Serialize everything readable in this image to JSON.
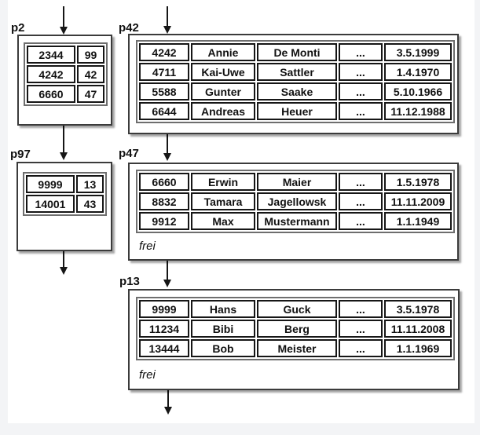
{
  "pages": {
    "p2": {
      "label": "p2",
      "rows": [
        [
          "2344",
          "99"
        ],
        [
          "4242",
          "42"
        ],
        [
          "6660",
          "47"
        ]
      ]
    },
    "p42": {
      "label": "p42",
      "rows": [
        [
          "4242",
          "Annie",
          "De Monti",
          "...",
          "3.5.1999"
        ],
        [
          "4711",
          "Kai-Uwe",
          "Sattler",
          "...",
          "1.4.1970"
        ],
        [
          "5588",
          "Gunter",
          "Saake",
          "...",
          "5.10.1966"
        ],
        [
          "6644",
          "Andreas",
          "Heuer",
          "...",
          "11.12.1988"
        ]
      ]
    },
    "p97": {
      "label": "p97",
      "rows": [
        [
          "9999",
          "13"
        ],
        [
          "14001",
          "43"
        ]
      ]
    },
    "p47": {
      "label": "p47",
      "free_label": "frei",
      "rows": [
        [
          "6660",
          "Erwin",
          "Maier",
          "...",
          "1.5.1978"
        ],
        [
          "8832",
          "Tamara",
          "Jagellowsk",
          "...",
          "11.11.2009"
        ],
        [
          "9912",
          "Max",
          "Mustermann",
          "...",
          "1.1.1949"
        ]
      ]
    },
    "p13": {
      "label": "p13",
      "free_label": "frei",
      "rows": [
        [
          "9999",
          "Hans",
          "Guck",
          "...",
          "3.5.1978"
        ],
        [
          "11234",
          "Bibi",
          "Berg",
          "...",
          "11.11.2008"
        ],
        [
          "13444",
          "Bob",
          "Meister",
          "...",
          "1.1.1969"
        ]
      ]
    }
  },
  "links": [
    {
      "from": "external-top-left",
      "to": "p2"
    },
    {
      "from": "external-top-right",
      "to": "p42"
    },
    {
      "from": "p2",
      "to": "p97"
    },
    {
      "from": "p42",
      "to": "p47"
    },
    {
      "from": "p97",
      "to": "external-bottom"
    },
    {
      "from": "p47",
      "to": "p13"
    },
    {
      "from": "p13",
      "to": "external-bottom"
    }
  ],
  "colors": {
    "canvas_bg": "#ffffff",
    "page_margin_bg": "#f3f4f6",
    "box_border": "#3b3b3b",
    "table_frame": "#6e6e6e",
    "cell_border": "#161616",
    "text": "#111111"
  }
}
